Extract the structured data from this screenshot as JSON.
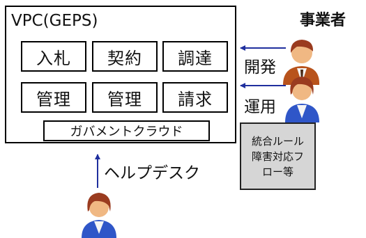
{
  "vpc": {
    "title": "VPC(GEPS)",
    "modules_row1": [
      "入札",
      "契約",
      "調達"
    ],
    "modules_row2": [
      "管理",
      "管理",
      "請求"
    ],
    "cloud": "ガバメントクラウド"
  },
  "business": {
    "title": "事業者",
    "development": "開発",
    "operations": "運用"
  },
  "rules": {
    "lines": [
      "統合ルール",
      "障害対応フ",
      "ロー等"
    ]
  },
  "helpdesk": {
    "label": "ヘルプデスク"
  },
  "colors": {
    "arrow": "#1f2f9e",
    "rules_fill": "#d6d6d6",
    "male_shirt": "#b8531c",
    "female_shirt": "#2f56c8",
    "hair": "#9a3b1f",
    "skin": "#f0b883"
  }
}
